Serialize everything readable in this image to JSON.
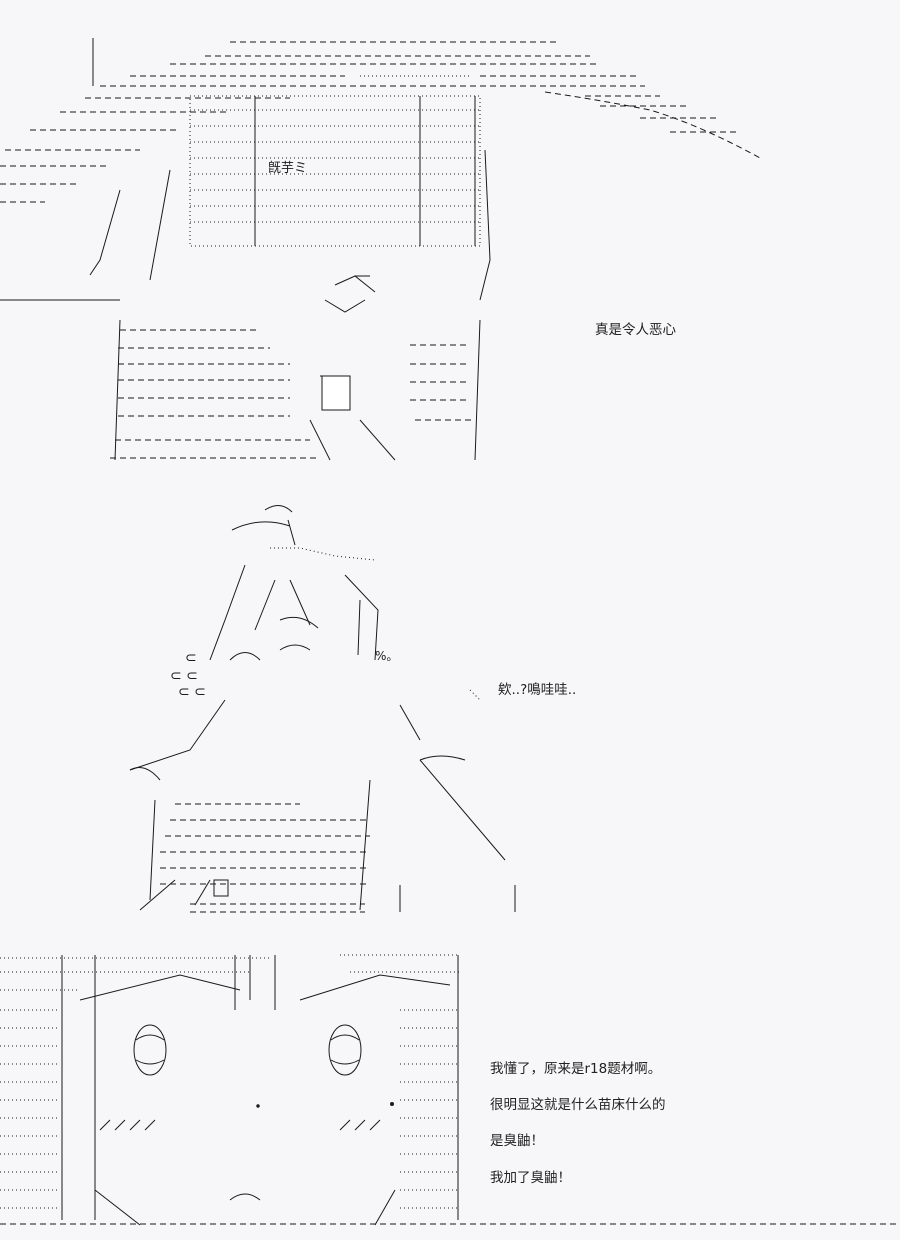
{
  "captions": {
    "panel1": "真是令人恶心",
    "panel2": "欸..?鳴哇哇..",
    "panel3_line1": "我懂了，原来是r18题材啊。",
    "panel3_line2": "很明显这就是什么苗床什么的",
    "panel3_line3": "是臭鼬！",
    "panel3_line4": "我加了臭鼬！"
  },
  "art_text": {
    "panel1_face_label": "旣芋ミ"
  },
  "colors": {
    "background": "#f7f7f9",
    "ink": "#1a1a1a"
  }
}
